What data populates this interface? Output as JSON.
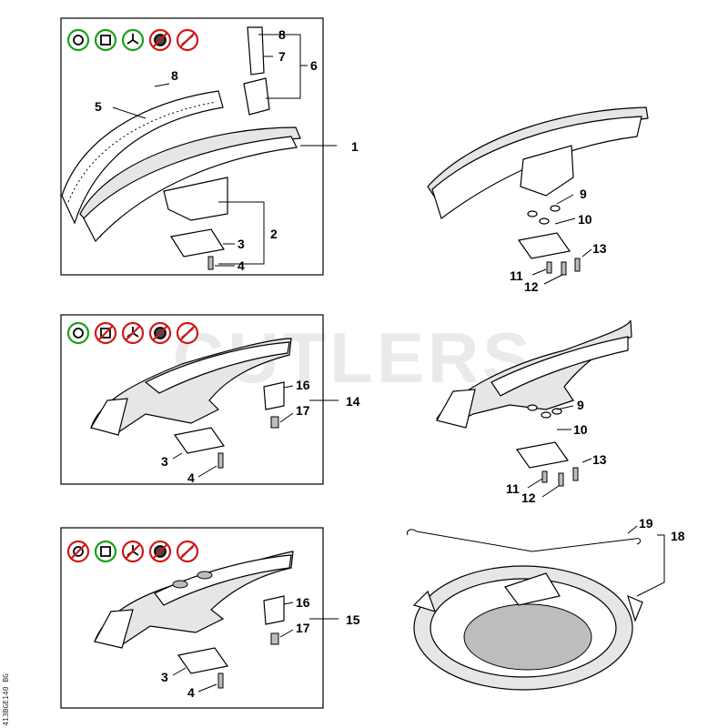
{
  "watermark": "CUTLERS",
  "side_code": "413BGE140 BG",
  "icon_rows": {
    "row1": [
      "green",
      "green",
      "green",
      "red",
      "red"
    ],
    "row2": [
      "green",
      "red",
      "red",
      "red",
      "red"
    ],
    "row3": [
      "red",
      "green",
      "red",
      "red",
      "red"
    ]
  },
  "labels": {
    "l1": "1",
    "l2": "2",
    "l3": "3",
    "l4": "4",
    "l5": "5",
    "l6": "6",
    "l7": "7",
    "l8a": "8",
    "l8b": "8",
    "l9a": "9",
    "l10a": "10",
    "l11a": "11",
    "l12a": "12",
    "l13a": "13",
    "l14": "14",
    "l3b": "3",
    "l4b": "4",
    "l16a": "16",
    "l17a": "17",
    "l9b": "9",
    "l10b": "10",
    "l11b": "11",
    "l12b": "12",
    "l13b": "13",
    "l15": "15",
    "l3c": "3",
    "l4c": "4",
    "l16b": "16",
    "l17b": "17",
    "l18": "18",
    "l19": "19"
  }
}
